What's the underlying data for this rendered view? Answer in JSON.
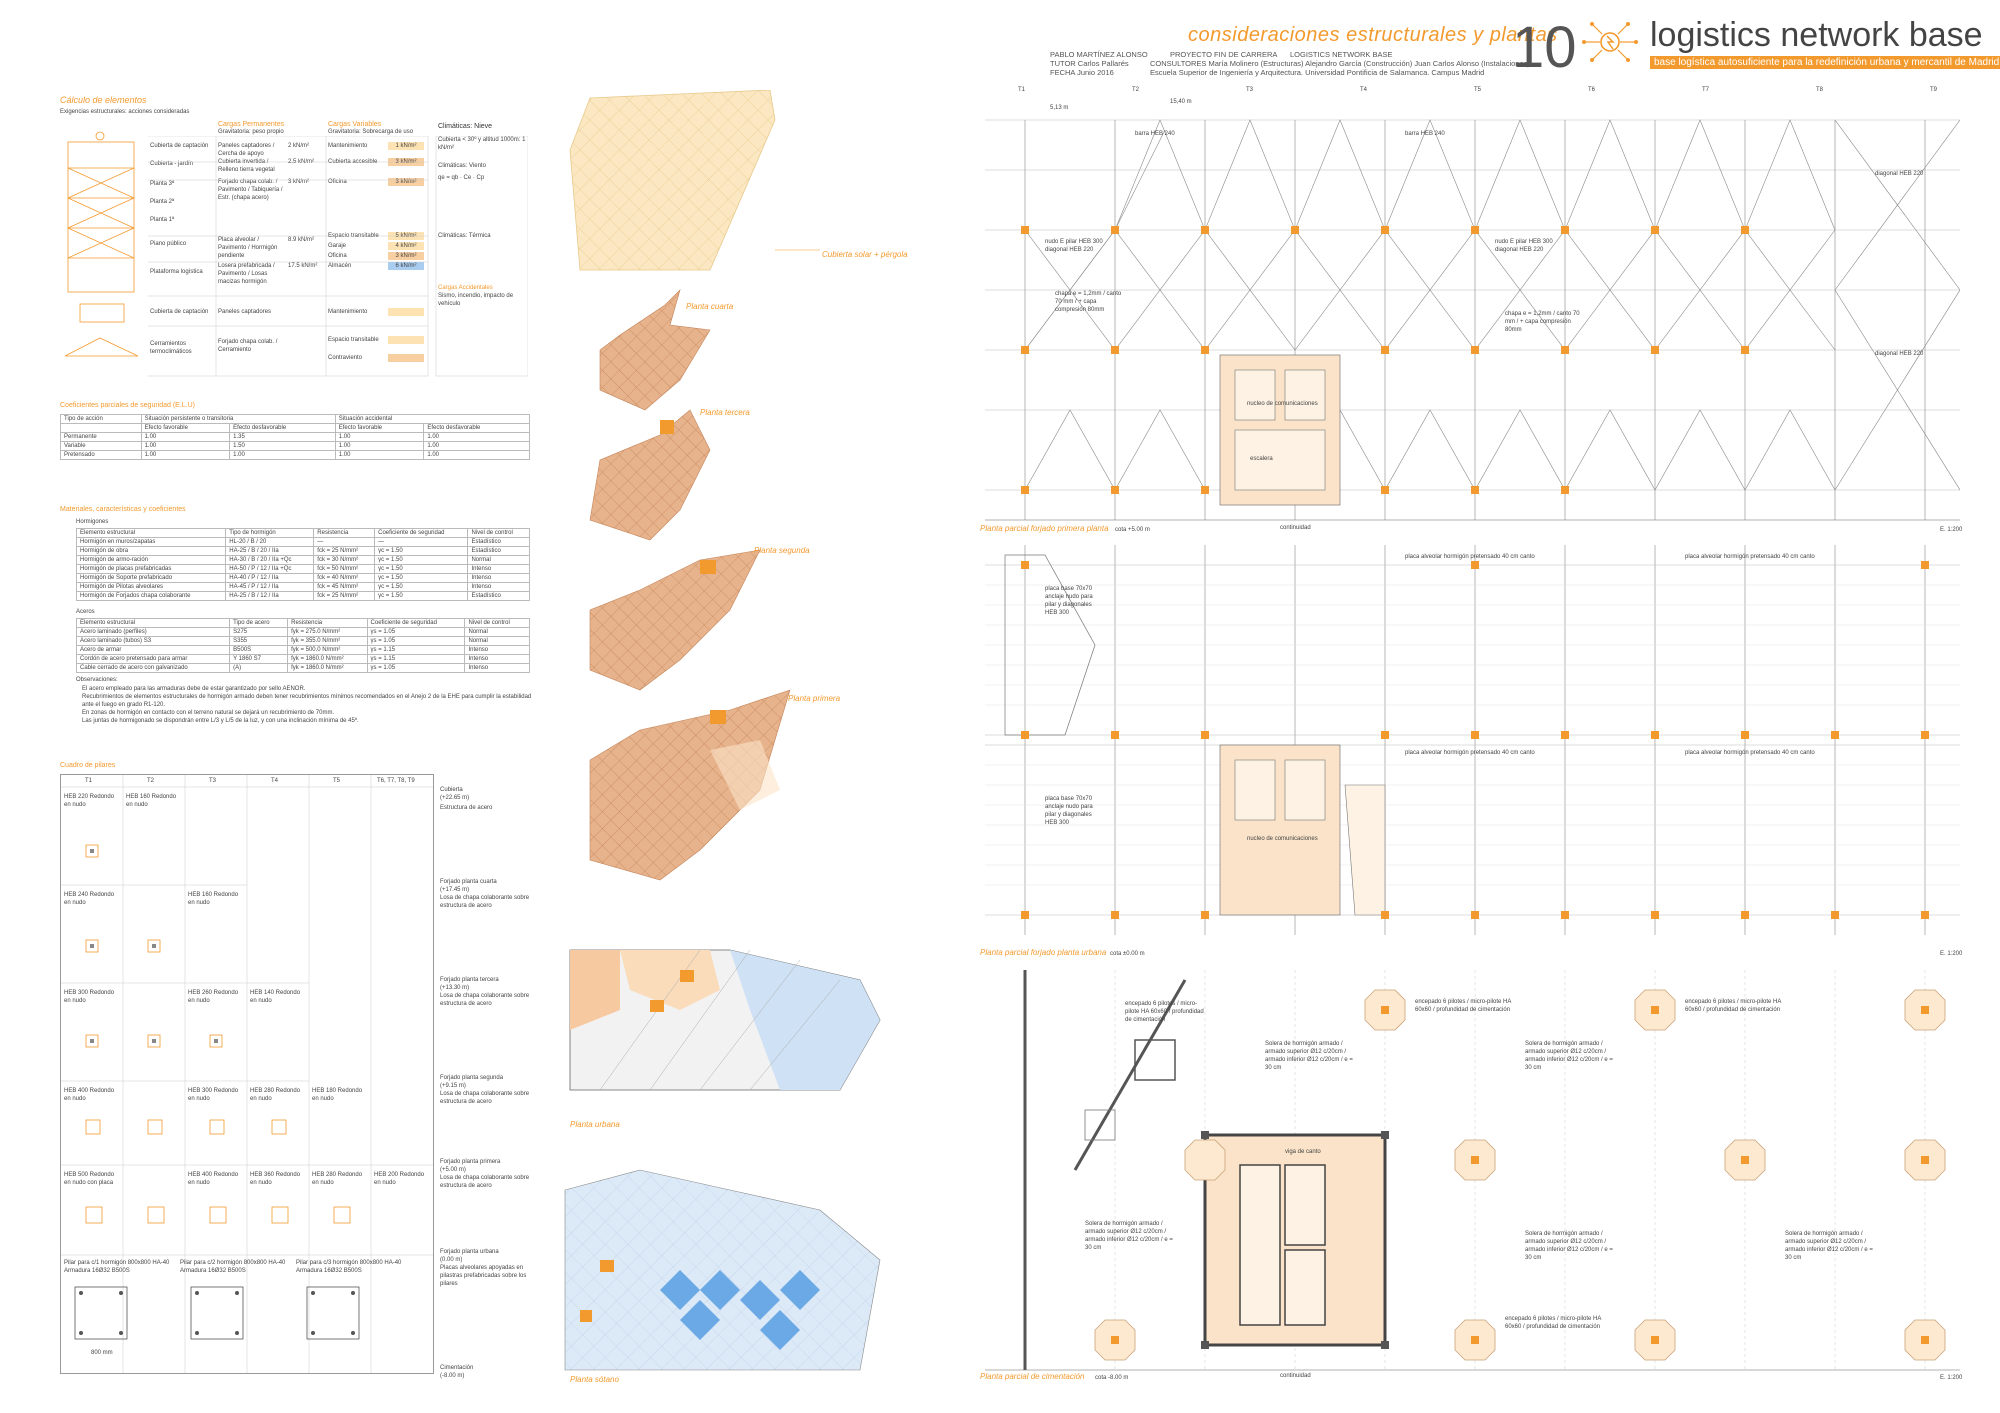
{
  "header": {
    "sheet_title": "consideraciones estructurales y plantas",
    "sheet_number": "10",
    "project_name": "logistics network base",
    "project_subtitle": "base logística autosuficiente para la redefinición urbana y mercantil de Madrid",
    "author": "PABLO MARTÍNEZ ALONSO",
    "project_type_label": "PROYECTO FIN DE CARRERA",
    "project_type_value": "LOGISTICS NETWORK BASE",
    "tutor": "TUTOR Carlos Pallarés",
    "consultants": "CONSULTORES  María Molinero (Estructuras) Alejandro García (Construcción) Juan Carlos Alonso (Instalaciones)",
    "date": "FECHA Junio 2016",
    "school": "Escuela Superior de Ingeniería y Arquitectura. Universidad Pontificia de Salamanca. Campus Madrid"
  },
  "left": {
    "calc_title": "Cálculo de elementos",
    "calc_intro": "Exigencias estructurales: acciones consideradas",
    "col_perm": "Cargas Permanentes",
    "col_perm_sub": "Gravitatoria: peso propio",
    "col_var": "Cargas Variables",
    "col_var_sub": "Gravitatoria: Sobrecarga de uso",
    "col_clim": "Climáticas: Nieve",
    "levels": [
      "Cubierta de captación",
      "Cubierta - jardín",
      "Planta 3ª",
      "Planta 2ª",
      "Planta 1ª",
      "Piano público",
      "Plataforma logística"
    ],
    "perm_items": [
      "Paneles captadores / Cercha de apoyo",
      "Cubierta invertida / Relleno tierra vegetal",
      "Forjado chapa colab. / Pavimento / Tabiquería / Estr. (chapa acero)",
      "Placa alveolar / Pavimento / Hormigón pendiente",
      "Losera prefabricada / Pavimento / Losas macizas hormigón"
    ],
    "perm_vals": [
      "2 kN/m²",
      "2.5 kN/m²",
      "3 kN/m²",
      "8.9 kN/m²",
      "17.5 kN/m²"
    ],
    "var_items": [
      "Mantenimiento",
      "Cubierta accesible",
      "Oficina",
      "Espacio transitable",
      "Garaje",
      "Oficina",
      "Almacén"
    ],
    "var_vals": [
      "1 kN/m²",
      "3 kN/m²",
      "3 kN/m²",
      "5 kN/m²",
      "4 kN/m²",
      "3 kN/m²",
      "6 kN/m²"
    ],
    "clim_notes": [
      "Cubierta < 30º y altitud 1000m: 1 kN/m²",
      "Climáticas: Viento",
      "qe = qb · Ce · Cp",
      "Climáticas: Térmica",
      "Cargas Accidentales",
      "Sismo, incendio, impacto de vehículo"
    ],
    "lower_rows": [
      "Cubierta de captación",
      "Cerramientos termoclimáticos"
    ],
    "lower_perm": [
      "Paneles captadores",
      "Forjado chapa colab. / Cerramiento"
    ],
    "lower_var": [
      "Mantenimiento",
      "Espacio transitable",
      "Contraviento"
    ],
    "coef_title": "Coeficientes parciales de seguridad (E.L.U)",
    "coef_headers": [
      "Tipo de acción",
      "Situación persistente o transitoria",
      "Situación accidental"
    ],
    "coef_sub": [
      "Efecto favorable",
      "Efecto desfavorable",
      "Efecto favorable",
      "Efecto desfavorable"
    ],
    "coef_rows": [
      {
        "name": "Permanente",
        "v": [
          "1.00",
          "1.35",
          "1.00",
          "1.00"
        ]
      },
      {
        "name": "Variable",
        "v": [
          "1.00",
          "1.50",
          "1.00",
          "1.00"
        ]
      },
      {
        "name": "Pretensado",
        "v": [
          "1.00",
          "1.00",
          "1.00",
          "1.00"
        ]
      }
    ],
    "mat_title": "Materiales, características y coeficientes",
    "mat_sub1": "Hormigones",
    "mat_headers": [
      "Elemento estructural",
      "Tipo de hormigón",
      "Resistencia",
      "Coeficiente de seguridad",
      "Nivel de control"
    ],
    "concrete_rows": [
      [
        "Hormigón en muros/zapatas",
        "HL-20 / B / 20",
        "—",
        "—",
        "Estadístico"
      ],
      [
        "Hormigón de obra",
        "HA-25 / B / 20 / IIa",
        "fck = 25 N/mm²",
        "γc = 1.50",
        "Estadístico"
      ],
      [
        "Hormigón de armo-ración",
        "HA-30 / B / 20 / IIa +Qc",
        "fck = 30 N/mm²",
        "γc = 1.50",
        "Normal"
      ],
      [
        "Hormigón de placas prefabricadas",
        "HA-50 / P / 12 / IIa +Qc",
        "fck = 50 N/mm²",
        "γc = 1.50",
        "Intenso"
      ],
      [
        "Hormigón de Soporte prefabricado",
        "HA-40 / P / 12 / IIa",
        "fck = 40 N/mm²",
        "γc = 1.50",
        "Intenso"
      ],
      [
        "Hormigón de Pilotas alveolares",
        "HA-45 / P / 12 / IIa",
        "fck = 45 N/mm²",
        "γc = 1.50",
        "Intenso"
      ],
      [
        "Hormigón de Forjados chapa colaborante",
        "HA-25 / B / 12 / IIa",
        "fck = 25 N/mm²",
        "γc = 1.50",
        "Estadístico"
      ]
    ],
    "mat_sub2": "Aceros",
    "steel_headers": [
      "Elemento estructural",
      "Tipo de acero",
      "Resistencia",
      "Coeficiente de seguridad",
      "Nivel de control"
    ],
    "steel_rows": [
      [
        "Acero laminado (perfiles)",
        "S275",
        "fyk = 275.0 N/mm²",
        "γs = 1.05",
        "Normal"
      ],
      [
        "Acero laminado (tubos) S3",
        "S355",
        "fyk = 355.0 N/mm²",
        "γs = 1.05",
        "Normal"
      ],
      [
        "Acero de armar",
        "B500S",
        "fyk = 500.0 N/mm²",
        "γs = 1.15",
        "Intenso"
      ],
      [
        "Cordón de acero pretensado para armar",
        "Y 1860 S7",
        "fyk = 1860.0 N/mm²",
        "γs = 1.15",
        "Intenso"
      ],
      [
        "Cable cerrado de acero con galvanizado",
        "(A)",
        "fyk = 1860.0 N/mm²",
        "γs = 1.05",
        "Intenso"
      ]
    ],
    "obs_title": "Observaciones:",
    "obs_lines": [
      "El acero empleado para las armaduras debe de estar garantizado por sello AENOR.",
      "Recubrimientos de elementos estructurales de hormigón armado deben tener recubrimientos mínimos recomendados en el Anejo 2 de la EHE para cumplir la estabilidad ante el fuego en grado R1-120.",
      "En zonas de hormigón en contacto con el terreno natural se dejará un recubrimiento de 70mm.",
      "Las juntas de hormigonado se dispondrán entre L/3 y L/5 de la luz, y con una inclinación mínima de 45º."
    ],
    "cuadro_title": "Cuadro de pilares",
    "cuadro_cols": [
      "T1",
      "T2",
      "T3",
      "T4",
      "T5",
      "T6, T7, T8, T9"
    ],
    "cuadro_levels": [
      {
        "name": "Cubierta",
        "height": "(+22.65 m)",
        "desc": "Estructura de acero"
      },
      {
        "name": "Forjado planta cuarta",
        "height": "(+17.45 m)",
        "desc": "Losa de chapa colaborante sobre estructura de acero"
      },
      {
        "name": "Forjado planta tercera",
        "height": "(+13.30 m)",
        "desc": "Losa de chapa colaborante sobre estructura de acero"
      },
      {
        "name": "Forjado planta segunda",
        "height": "(+9.15 m)",
        "desc": "Losa de chapa colaborante sobre estructura de acero"
      },
      {
        "name": "Forjado planta primera",
        "height": "(+5.00 m)",
        "desc": "Losa de chapa colaborante sobre estructura de acero"
      },
      {
        "name": "Forjado planta urbana",
        "height": "(0.00 m)",
        "desc": "Placas alveolares apoyadas en pilastras prefabricadas sobre los pilares"
      },
      {
        "name": "Cimentación",
        "height": "(-8.00 m)",
        "desc": ""
      }
    ],
    "cuadro_cells": [
      "HEB 220 Redondo en nudo",
      "HEB 160 Redondo en nudo",
      "HEB 240 Redondo en nudo",
      "HEB 160 Redondo en nudo",
      "HEB 300 Redondo en nudo",
      "HEB 260 Redondo en nudo",
      "HEB 140 Redondo en nudo",
      "HEB 400 Redondo en nudo",
      "HEB 300 Redondo en nudo",
      "HEB 280 Redondo en nudo",
      "HEB 180 Redondo en nudo",
      "HEB 500 Redondo en nudo con placa",
      "HEB 400 Redondo en nudo",
      "HEB 360 Redondo en nudo",
      "HEB 280 Redondo en nudo",
      "HEB 200 Redondo en nudo"
    ],
    "pile_cells": [
      "Pilar para c/1 hormigón 800x800 HA-40 Armadura 16Ø32 B500S",
      "Pilar para c/2 hormigón 800x800 HA-40 Armadura 16Ø32 B500S",
      "Pilar para c/3 hormigón 800x800 HA-40 Armadura 16Ø32 B500S"
    ],
    "pile_dim": "800 mm"
  },
  "middle": {
    "plan_labels": [
      "Cubierta solar + pérgola",
      "Planta cuarta",
      "Planta tercera",
      "Planta segunda",
      "Planta primera",
      "Planta urbana",
      "Planta sótano"
    ]
  },
  "right": {
    "plan1_label": "Planta parcial forjado primera planta",
    "plan1_cota": "cota +5.00 m",
    "plan2_label": "Planta parcial forjado planta urbana",
    "plan2_cota": "cota ±0.00 m",
    "plan3_label": "Planta parcial de cimentación",
    "plan3_cota": "cota -8.00 m",
    "scale": "E. 1:200",
    "continuity": "continuidad",
    "axis_numbers": [
      "T1",
      "T2",
      "T3",
      "T4",
      "T5",
      "T6",
      "T7",
      "T8",
      "T9"
    ],
    "span_label": "15,40 m",
    "sub_span": "5,13 m",
    "annot_tag_1": "barra HEB 240",
    "annot_tag_2": "nudo E pilar HEB 300",
    "annot_tag_3": "diagonal HEB 220",
    "core_label": "nucleo de comunicaciones",
    "stair_label": "escalera",
    "slab_note_1": "chapa e = 1,2mm / canto 70 mm / + capa compresión 80mm",
    "slab_note_2": "placa base 70x70 anclaje nudo para pilar y diagonales HEB 300",
    "slab_note_3": "placa alveolar hormigón pretensado 40 cm canto",
    "found_note_1": "encepado 6 pilotes / micro-pilote HA 60x60 / profundidad de cimentación",
    "found_note_2": "Solera de hormigón armado / armado superior Ø12 c/20cm / armado inferior Ø12 c/20cm / e = 30 cm",
    "found_note_3": "viga de canto"
  },
  "colors": {
    "accent": "#f39a2e",
    "blue": "#a9cdf0",
    "peach": "#f4c9a5",
    "tan": "#d9a37a"
  }
}
